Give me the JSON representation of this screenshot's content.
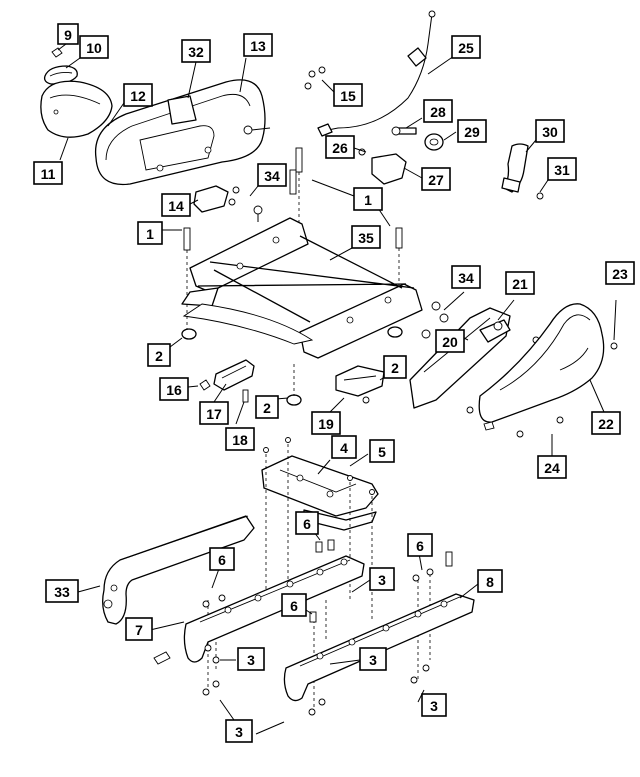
{
  "diagram": {
    "callouts": [
      {
        "id": "c9",
        "text": "9"
      },
      {
        "id": "c10",
        "text": "10"
      },
      {
        "id": "c32",
        "text": "32"
      },
      {
        "id": "c13",
        "text": "13"
      },
      {
        "id": "c25",
        "text": "25"
      },
      {
        "id": "c15",
        "text": "15"
      },
      {
        "id": "c12",
        "text": "12"
      },
      {
        "id": "c28",
        "text": "28"
      },
      {
        "id": "c29",
        "text": "29"
      },
      {
        "id": "c30",
        "text": "30"
      },
      {
        "id": "c26",
        "text": "26"
      },
      {
        "id": "c11",
        "text": "11"
      },
      {
        "id": "c34a",
        "text": "34"
      },
      {
        "id": "c27",
        "text": "27"
      },
      {
        "id": "c31",
        "text": "31"
      },
      {
        "id": "c14",
        "text": "14"
      },
      {
        "id": "c1a",
        "text": "1"
      },
      {
        "id": "c1b",
        "text": "1"
      },
      {
        "id": "c35",
        "text": "35"
      },
      {
        "id": "c23",
        "text": "23"
      },
      {
        "id": "c34b",
        "text": "34"
      },
      {
        "id": "c21",
        "text": "21"
      },
      {
        "id": "c20",
        "text": "20"
      },
      {
        "id": "c2a",
        "text": "2"
      },
      {
        "id": "c2b",
        "text": "2"
      },
      {
        "id": "c16",
        "text": "16"
      },
      {
        "id": "c2c",
        "text": "2"
      },
      {
        "id": "c17",
        "text": "17"
      },
      {
        "id": "c19",
        "text": "19"
      },
      {
        "id": "c22",
        "text": "22"
      },
      {
        "id": "c18",
        "text": "18"
      },
      {
        "id": "c4",
        "text": "4"
      },
      {
        "id": "c5",
        "text": "5"
      },
      {
        "id": "c24",
        "text": "24"
      },
      {
        "id": "c6a",
        "text": "6"
      },
      {
        "id": "c6b",
        "text": "6"
      },
      {
        "id": "c6c",
        "text": "6"
      },
      {
        "id": "c3a",
        "text": "3"
      },
      {
        "id": "c8",
        "text": "8"
      },
      {
        "id": "c33",
        "text": "33"
      },
      {
        "id": "c6d",
        "text": "6"
      },
      {
        "id": "c7",
        "text": "7"
      },
      {
        "id": "c3b",
        "text": "3"
      },
      {
        "id": "c3c",
        "text": "3"
      },
      {
        "id": "c3d",
        "text": "3"
      },
      {
        "id": "c3e",
        "text": "3"
      }
    ]
  }
}
